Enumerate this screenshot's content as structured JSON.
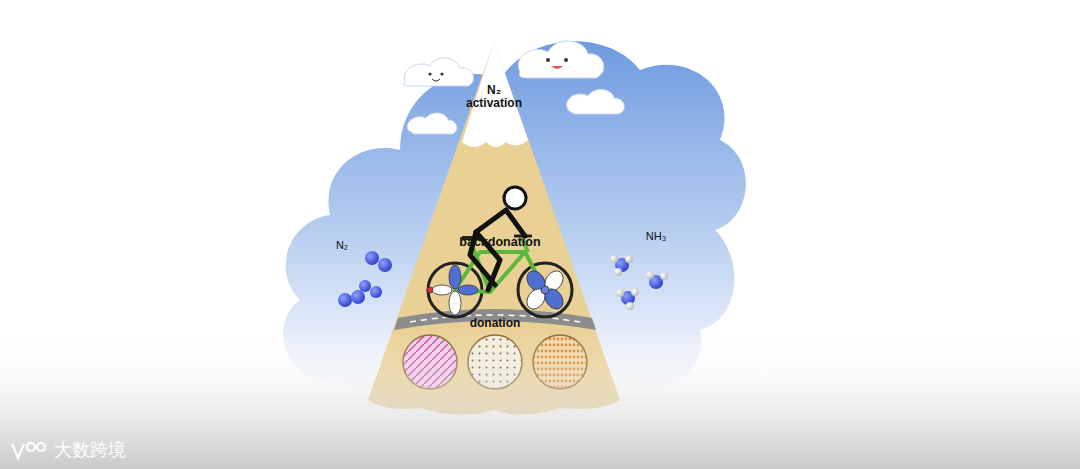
{
  "diagram": {
    "labels": [
      "N₂ activation",
      "backdonation",
      "donation",
      "N₂",
      "NH₃",
      "大数跨境"
    ]
  }
}
